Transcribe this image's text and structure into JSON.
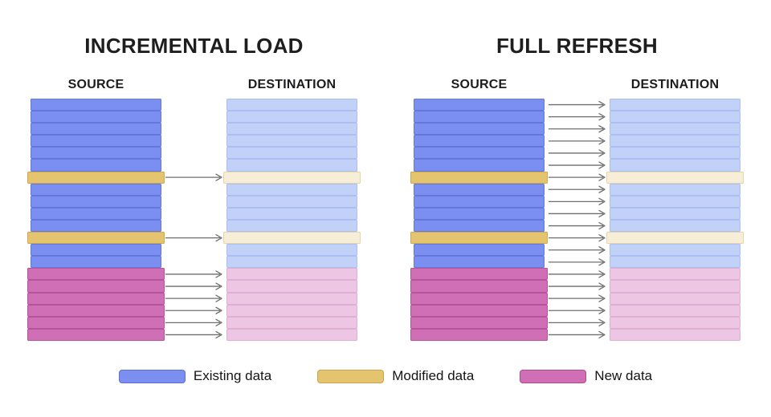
{
  "page": {
    "background": "#ffffff"
  },
  "arrow": {
    "color": "#6f6f6f"
  },
  "palette": {
    "source": {
      "existing": {
        "fill": "#7b8ff0",
        "border": "#6477dd"
      },
      "modified": {
        "fill": "#e4c46e",
        "border": "#cda94f"
      },
      "new": {
        "fill": "#d06fb5",
        "border": "#b65399"
      }
    },
    "dest": {
      "existing": {
        "fill": "#c2d1f8",
        "border": "#aabef2"
      },
      "modified": {
        "fill": "#f6eed7",
        "border": "#e5d5ab"
      },
      "new": {
        "fill": "#edc6e4",
        "border": "#e0aed4"
      }
    }
  },
  "row_sequence": [
    "existing",
    "existing",
    "existing",
    "existing",
    "existing",
    "existing",
    "modified",
    "existing",
    "existing",
    "existing",
    "existing",
    "modified",
    "existing",
    "existing",
    "new",
    "new",
    "new",
    "new",
    "new",
    "new"
  ],
  "panels": [
    {
      "title": "INCREMENTAL LOAD",
      "source_label": "SOURCE",
      "destination_label": "DESTINATION",
      "arrow_rows": [
        6,
        11,
        14,
        15,
        16,
        17,
        18,
        19
      ]
    },
    {
      "title": "FULL REFRESH",
      "source_label": "SOURCE",
      "destination_label": "DESTINATION",
      "arrow_rows": [
        0,
        1,
        2,
        3,
        4,
        5,
        6,
        7,
        8,
        9,
        10,
        11,
        12,
        13,
        14,
        15,
        16,
        17,
        18,
        19
      ]
    }
  ],
  "legend": {
    "items": [
      {
        "id": "existing",
        "label": "Existing data",
        "fill": "#7b8ff0",
        "border": "#5d6fd6"
      },
      {
        "id": "modified",
        "label": "Modified data",
        "fill": "#e4c46e",
        "border": "#c9a44a"
      },
      {
        "id": "new",
        "label": "New data",
        "fill": "#d06fb5",
        "border": "#b3488f"
      }
    ]
  }
}
